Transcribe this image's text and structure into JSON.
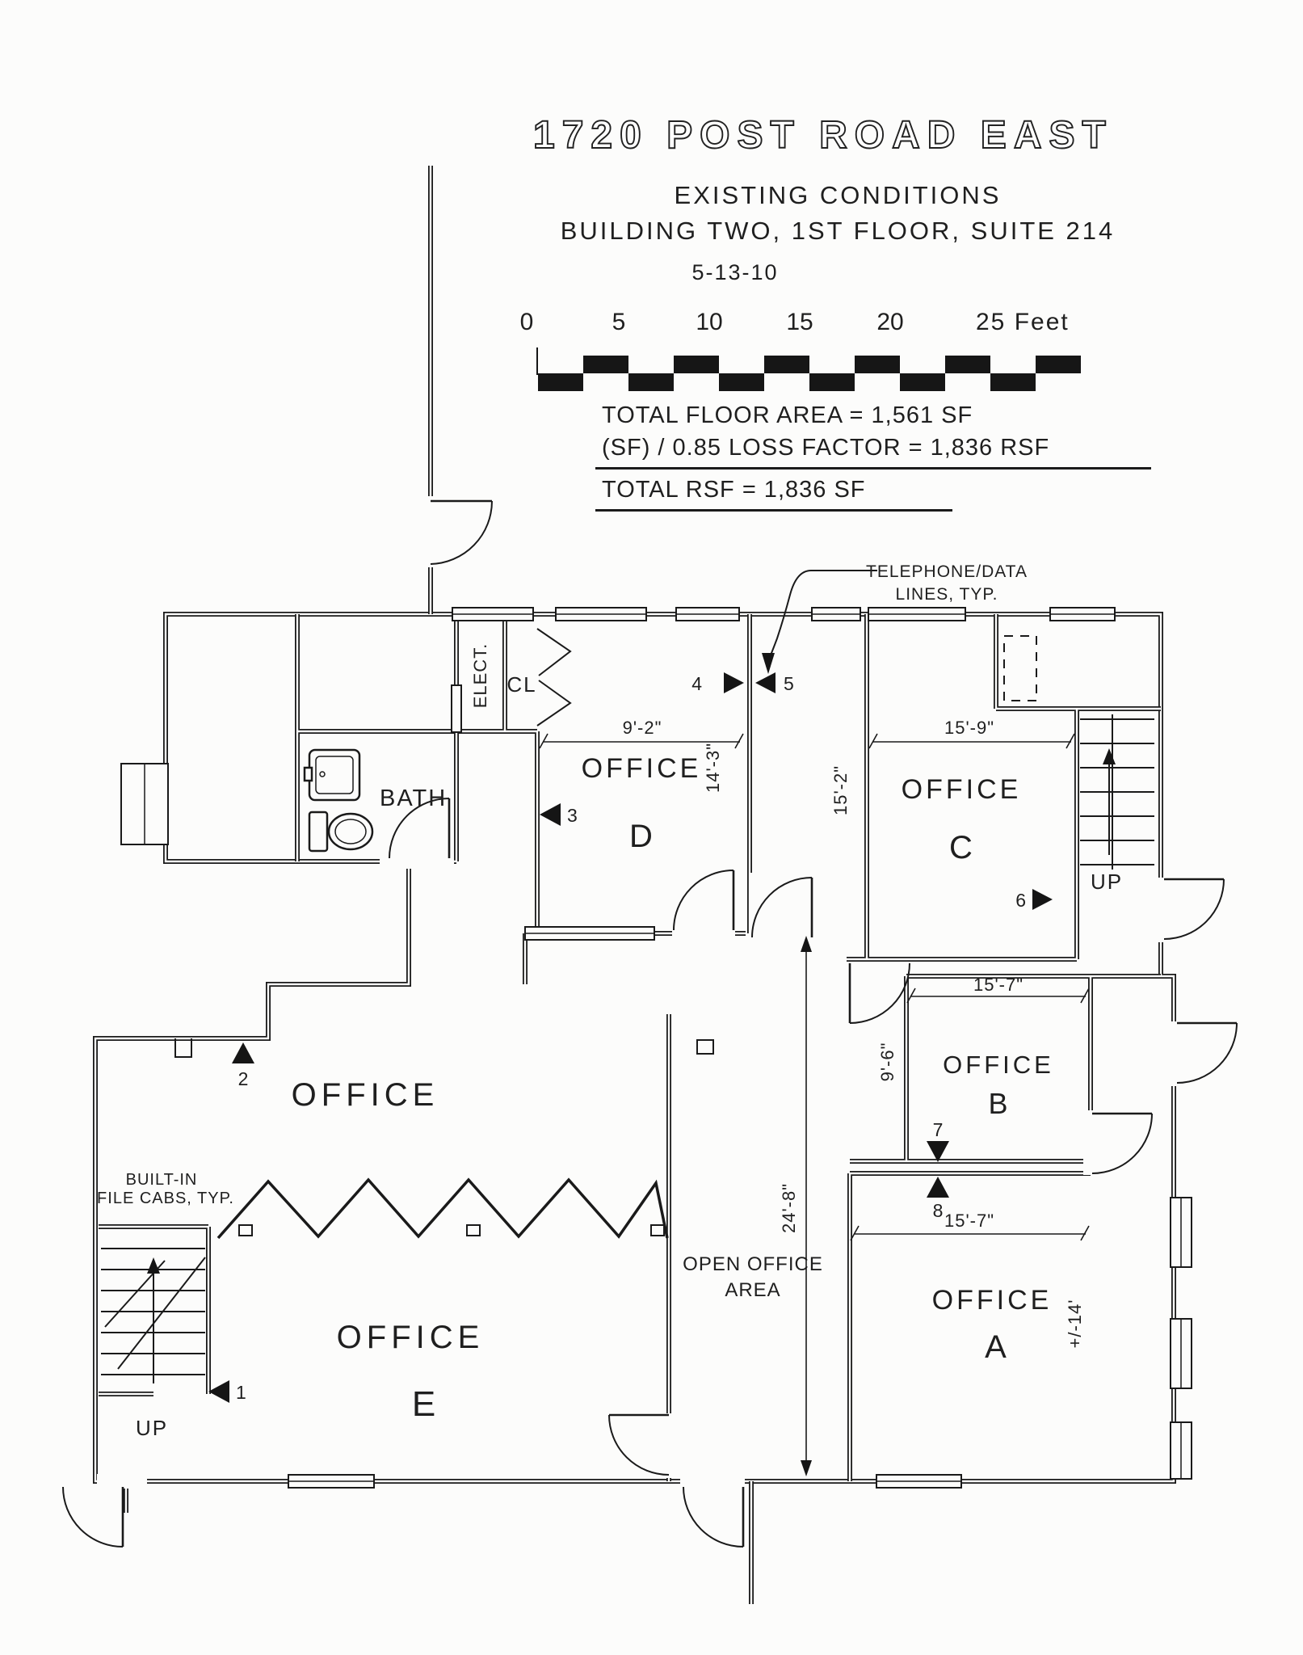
{
  "header": {
    "title": "1720 POST ROAD EAST",
    "subtitle": "EXISTING CONDITIONS",
    "building": "BUILDING TWO, 1ST FLOOR, SUITE 214",
    "date": "5-13-10",
    "scale": {
      "ticks": [
        "0",
        "5",
        "10",
        "15",
        "20"
      ],
      "end": "25 Feet"
    },
    "areas": [
      "TOTAL FLOOR AREA = 1,561 SF",
      "(SF) / 0.85 LOSS FACTOR = 1,836 RSF",
      "TOTAL RSF = 1,836 SF"
    ]
  },
  "plan": {
    "rooms": {
      "office_d": {
        "label": "OFFICE",
        "letter": "D",
        "width": "9'-2\"",
        "height": "14'-3\""
      },
      "office_c": {
        "label": "OFFICE",
        "letter": "C",
        "width": "15'-9\"",
        "height": "15'-2\""
      },
      "office_b": {
        "label": "OFFICE",
        "letter": "B",
        "width": "15'-7\"",
        "height": "9'-6\""
      },
      "office_a": {
        "label": "OFFICE",
        "letter": "A",
        "width": "15'-7\"",
        "height": "+/-14'"
      },
      "office_e": {
        "label": "OFFICE",
        "letter": "E"
      },
      "office_main": {
        "label": "OFFICE"
      },
      "open_office": {
        "line1": "OPEN OFFICE",
        "line2": "AREA",
        "depth": "24'-8\""
      },
      "bath": "BATH",
      "elect": "ELECT.",
      "closet": "CL"
    },
    "labels": {
      "up": "UP"
    },
    "callouts": {
      "telephone": [
        "TELEPHONE/DATA",
        "LINES, TYP."
      ],
      "cabinets": [
        "BUILT-IN",
        "FILE CABS, TYP."
      ]
    },
    "markers": [
      "1",
      "2",
      "3",
      "4",
      "5",
      "6",
      "7",
      "8"
    ]
  }
}
